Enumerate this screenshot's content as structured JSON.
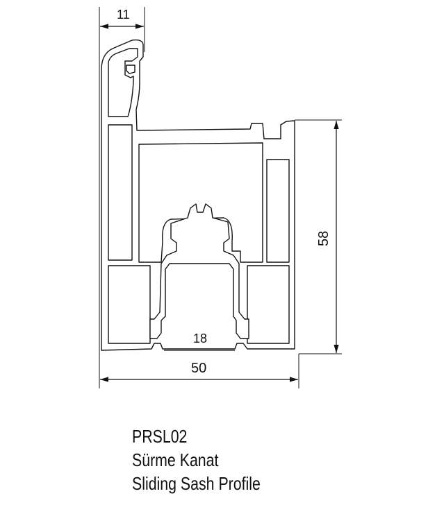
{
  "dimensions": {
    "top_width": "11",
    "inner_width": "18",
    "overall_width": "50",
    "height": "58"
  },
  "caption": {
    "code": "PRSL02",
    "name_tr": "Sürme Kanat",
    "name_en": "Sliding Sash Profile"
  },
  "colors": {
    "profile_fill": "#e8e8e8",
    "line": "#111111"
  }
}
